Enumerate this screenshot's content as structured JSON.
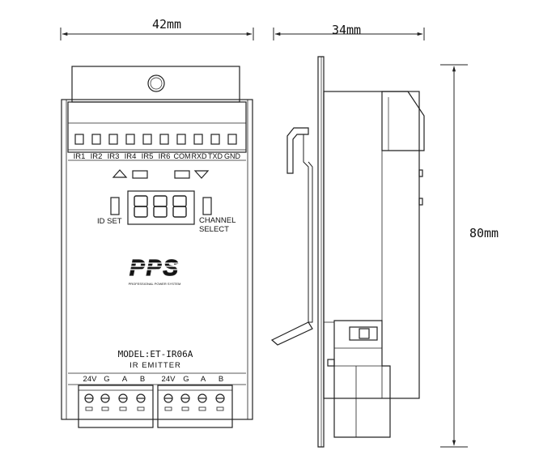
{
  "dimensions": {
    "front_width": "42mm",
    "side_depth": "34mm",
    "height": "80mm"
  },
  "terminals_top": [
    "IR1",
    "IR2",
    "IR3",
    "IR4",
    "IR5",
    "IR6",
    "COM",
    "RXD",
    "TXD",
    "GND"
  ],
  "display": {
    "digits": "888",
    "id_set_label": "ID SET",
    "channel_select_label_line1": "CHANNEL",
    "channel_select_label_line2": "SELECT"
  },
  "brand": {
    "logo": "PPS",
    "tagline": "PROFESSIONAL POWER SYSTEM"
  },
  "model": {
    "model_line": "MODEL:ET-IR06A",
    "type_line": "IR EMITTER"
  },
  "terminals_bottom_left": [
    "24V",
    "G",
    "A",
    "B"
  ],
  "terminals_bottom_right": [
    "24V",
    "G",
    "A",
    "B"
  ]
}
